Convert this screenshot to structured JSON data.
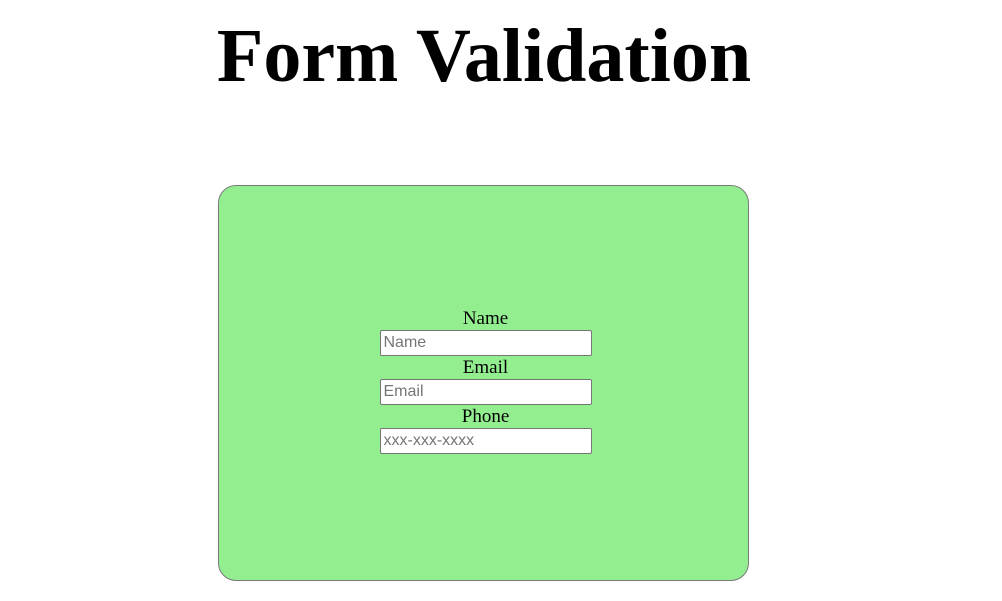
{
  "page": {
    "title": "Form Validation"
  },
  "form": {
    "fields": [
      {
        "label": "Name",
        "value": "",
        "placeholder": "Name"
      },
      {
        "label": "Email",
        "value": "",
        "placeholder": "Email"
      },
      {
        "label": "Phone",
        "value": "",
        "placeholder": "xxx-xxx-xxxx"
      }
    ]
  },
  "colors": {
    "card_background": "#93ee90",
    "card_border": "#7a7a7a",
    "page_background": "#ffffff"
  }
}
